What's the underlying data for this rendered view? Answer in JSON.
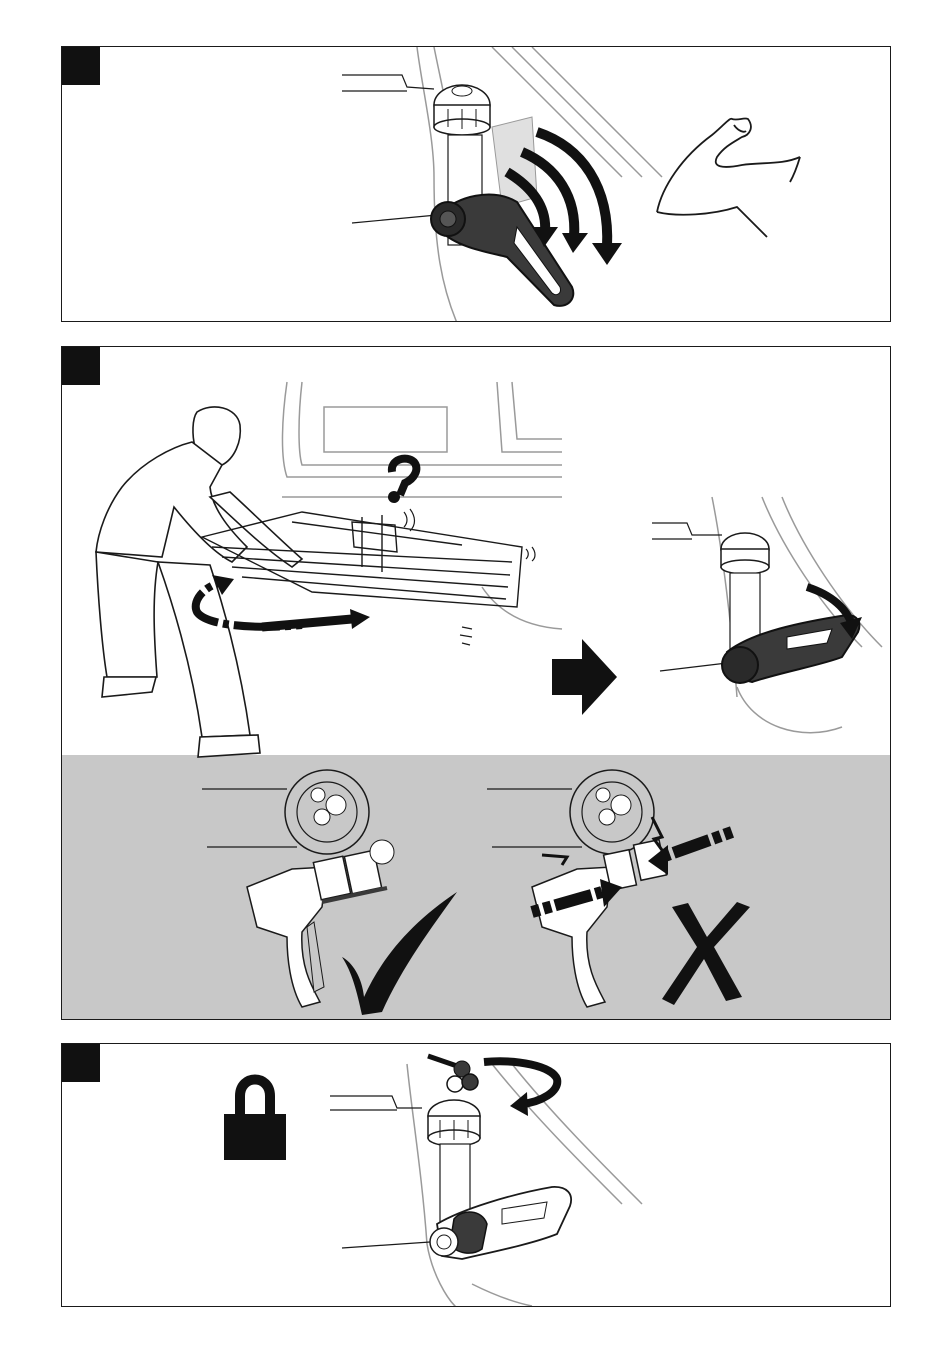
{
  "page": {
    "background": "#ffffff"
  },
  "steps": [
    {
      "id": "step-tighten-handle",
      "badge_color": "#111111"
    },
    {
      "id": "step-check-and-fold",
      "badge_color": "#111111",
      "check_band_color": "#c8c8c8"
    },
    {
      "id": "step-lock-with-key",
      "badge_color": "#111111"
    }
  ],
  "icons": {
    "step1": [
      "clamp-lever-icon",
      "rotate-arrows-icon",
      "flexed-arm-icon"
    ],
    "step2": [
      "person-lifting-carrier-icon",
      "rotate-arrow-icon",
      "question-mark-icon",
      "next-arrow-icon",
      "folded-lever-icon",
      "correct-engagement-icon",
      "checkmark-icon",
      "incorrect-engagement-icon",
      "cross-icon"
    ],
    "step3": [
      "padlock-icon",
      "key-icon",
      "turn-arrow-icon",
      "locked-lever-icon"
    ]
  },
  "colors": {
    "line": "#1a1a1a",
    "gray_line": "#9a9a9a",
    "lever_dark": "#3a3a3a",
    "band": "#c8c8c8"
  }
}
